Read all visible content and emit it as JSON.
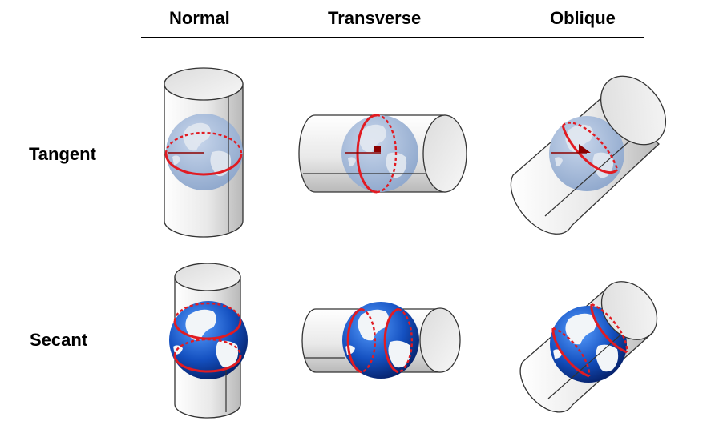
{
  "columns": [
    "Normal",
    "Transverse",
    "Oblique"
  ],
  "rows": [
    "Tangent",
    "Secant"
  ],
  "colors": {
    "tangent_line": "#e11b22",
    "normal_marker": "#8b0000",
    "cylinder_light": "#ffffff",
    "cylinder_dark": "#bdbdbd",
    "globe_tangent": "#9fb5d6",
    "globe_secant": "#1559c4"
  }
}
